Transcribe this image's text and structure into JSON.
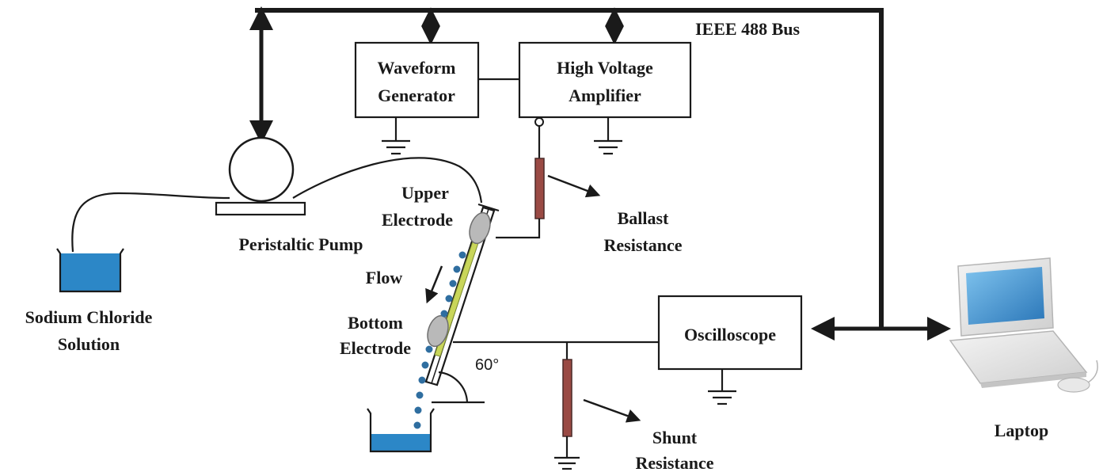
{
  "bus_label": "IEEE 488 Bus",
  "waveform_generator": {
    "line1": "Waveform",
    "line2": "Generator"
  },
  "hv_amplifier": {
    "line1": "High Voltage",
    "line2": "Amplifier"
  },
  "oscilloscope": "Oscilloscope",
  "peristaltic_pump": "Peristaltic Pump",
  "sodium_chloride": {
    "line1": "Sodium Chloride",
    "line2": "Solution"
  },
  "upper_electrode": {
    "line1": "Upper",
    "line2": "Electrode"
  },
  "bottom_electrode": {
    "line1": "Bottom",
    "line2": "Electrode"
  },
  "flow": "Flow",
  "angle": "60°",
  "ballast_resistance": {
    "line1": "Ballast",
    "line2": "Resistance"
  },
  "shunt_resistance": {
    "line1": "Shunt",
    "line2": "Resistance"
  },
  "laptop": "Laptop",
  "colors": {
    "line": "#1a1a1a",
    "resistor": "#9a4a44",
    "water": "#2c87c7",
    "droplet": "#2f6ea0",
    "electrode": "#b9b9b9",
    "flow_strip": "#c9d65a"
  }
}
